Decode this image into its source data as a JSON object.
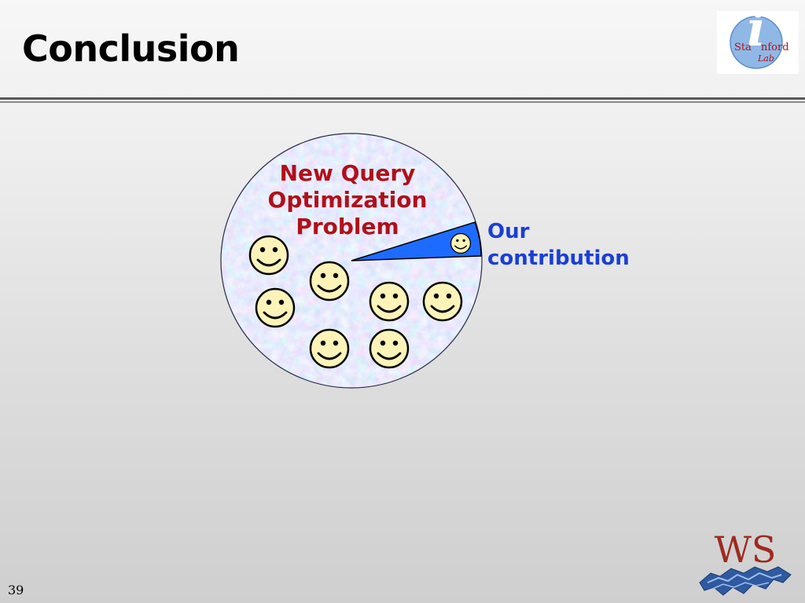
{
  "slide": {
    "title": "Conclusion",
    "page_number": "39"
  },
  "diagram": {
    "problem_label": [
      "New Query",
      "Optimization",
      "Problem"
    ],
    "contribution_label": [
      "Our",
      "contribution"
    ],
    "colors": {
      "problem_text": "#b0101a",
      "contribution_text": "#1a3fd6",
      "circle_fill": "#c4d2ee",
      "wedge_fill": "#1e6bff",
      "smiley_fill": "#fbf3b8"
    },
    "icons": [
      "smiley-face-icon"
    ]
  },
  "logos": {
    "stanford": {
      "letter": "i",
      "text_top": "Sta",
      "text_right": "nford",
      "text_bottom": "Lab"
    },
    "ws": {
      "text": "WS"
    }
  }
}
